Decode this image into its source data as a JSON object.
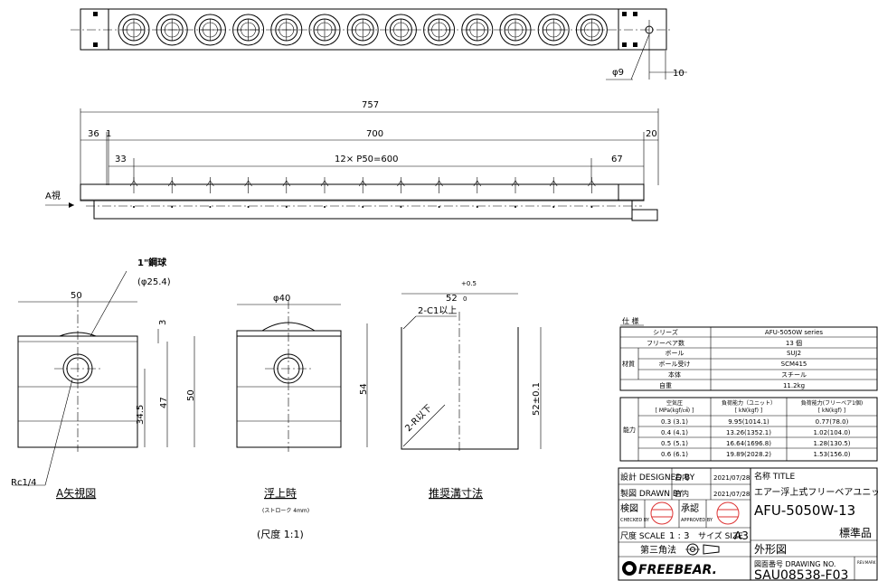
{
  "dims": {
    "d757": "757",
    "d36": "36",
    "d1": "1",
    "d700": "700",
    "d20": "20",
    "d33": "33",
    "pitch": "12× P50=600",
    "d67": "67",
    "phi9": "φ9",
    "d10": "10"
  },
  "view_label": "A視",
  "detail": {
    "ball_label": "1\"鋼球",
    "ball_size": "(φ25.4)",
    "w50": "50",
    "d3": "3",
    "d34_5": "34.5",
    "d47": "47",
    "h50": "50",
    "rc": "Rc1/4",
    "a_view_caption": "A矢視図",
    "phi40": "φ40",
    "d54": "54",
    "float_caption": "浮上時",
    "stroke_note": "(ストローク 4mm)",
    "scale_note": "(尺度 1:1)",
    "groove_w": "52",
    "groove_tol": "+0.5",
    "groove_tol0": "0",
    "c1": "2-C1以上",
    "r": "2-R以下",
    "h52": "52±0.1",
    "groove_caption": "推奨溝寸法"
  },
  "spec": {
    "title": "仕 様",
    "rows": [
      {
        "label": "シリーズ",
        "value": "AFU-5050W  series"
      },
      {
        "label": "フリーベア数",
        "value": "13 個"
      },
      {
        "group": "材質",
        "label": "ボール",
        "value": "SUJ2"
      },
      {
        "group": "材質",
        "label": "ボール受け",
        "value": "SCM415"
      },
      {
        "group": "材質",
        "label": "本体",
        "value": "スチール"
      },
      {
        "label": "自重",
        "value": "11.2kg"
      }
    ]
  },
  "capacity": {
    "group": "能力",
    "headers": [
      [
        "空気圧",
        "[ MPa(kgf/㎠) ]"
      ],
      [
        "負荷能力（ユニット）",
        "[ kN(kgf) ]"
      ],
      [
        "負荷能力(フリーベア1個)",
        "[ kN(kgf) ]"
      ]
    ],
    "rows": [
      [
        "0.3 (3.1)",
        "9.95(1014.1)",
        "0.77(78.0)"
      ],
      [
        "0.4 (4.1)",
        "13.26(1352.1)",
        "1.02(104.0)"
      ],
      [
        "0.5 (5.1)",
        "16.64(1696.8)",
        "1.28(130.5)"
      ],
      [
        "0.6 (6.1)",
        "19.89(2028.2)",
        "1.53(156.0)"
      ]
    ]
  },
  "titleblock": {
    "designed_label": "設計 DESIGNED BY",
    "designed_by": "古内",
    "designed_date": "2021/07/28",
    "drawn_label": "製図 DRAWN BY",
    "drawn_by": "古内",
    "drawn_date": "2021/07/28",
    "checked_label": "検図",
    "checked_en": "CHECKED BY",
    "approved_label": "承認",
    "approved_en": "APPROVED BY",
    "scale_label": "尺度 SCALE",
    "scale_value": "1 : 3",
    "size_label": "サイズ SIZE",
    "size_value": "A3",
    "projection": "第三角法",
    "name_label": "名称 TITLE",
    "name_jp": "エアー浮上式フリーベアユニット",
    "model": "AFU-5050W-13",
    "standard": "標準品",
    "outline": "外形図",
    "drawing_no_label": "図面番号 DRAWING NO.",
    "drawing_no": "SAU08538-F03",
    "revision_label": "REV.MARK",
    "logo": "FREEBEAR."
  }
}
